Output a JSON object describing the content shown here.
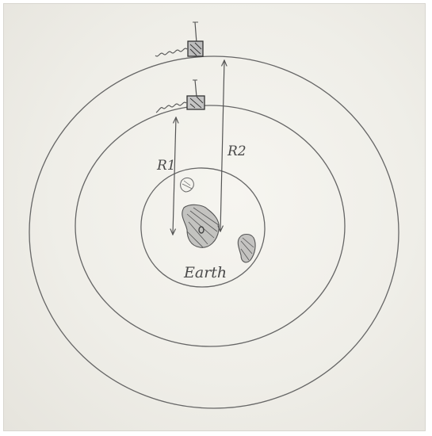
{
  "labels": {
    "r1": "R1",
    "r2": "R2",
    "earth": "Earth"
  },
  "colors": {
    "pencil": "#5a5a5a",
    "paper": "#efeee8",
    "shading": "#6b6b6b"
  },
  "icons": {
    "satellite_outer": "satellite-icon",
    "satellite_inner": "satellite-icon"
  }
}
